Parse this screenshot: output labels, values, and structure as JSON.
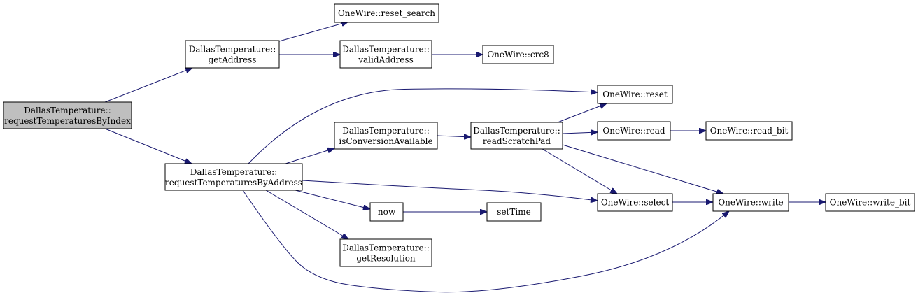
{
  "colors": {
    "edge": "#191970",
    "node_fill": "#ffffff",
    "root_fill": "#bfbfbf",
    "node_border": "#000000"
  },
  "nodes": {
    "requestTemperaturesByIndex": {
      "line1": "DallasTemperature::",
      "line2": "requestTemperaturesByIndex",
      "root": true
    },
    "getAddress": {
      "line1": "DallasTemperature::",
      "line2": "getAddress"
    },
    "requestTemperaturesByAddress": {
      "line1": "DallasTemperature::",
      "line2": "requestTemperaturesByAddress"
    },
    "reset_search": {
      "line1": "OneWire::reset_search"
    },
    "validAddress": {
      "line1": "DallasTemperature::",
      "line2": "validAddress"
    },
    "crc8": {
      "line1": "OneWire::crc8"
    },
    "isConversionAvailable": {
      "line1": "DallasTemperature::",
      "line2": "isConversionAvailable"
    },
    "now": {
      "line1": "now"
    },
    "getResolution": {
      "line1": "DallasTemperature::",
      "line2": "getResolution"
    },
    "readScratchPad": {
      "line1": "DallasTemperature::",
      "line2": "readScratchPad"
    },
    "setTime": {
      "line1": "setTime"
    },
    "reset": {
      "line1": "OneWire::reset"
    },
    "read": {
      "line1": "OneWire::read"
    },
    "select": {
      "line1": "OneWire::select"
    },
    "write": {
      "line1": "OneWire::write"
    },
    "read_bit": {
      "line1": "OneWire::read_bit"
    },
    "write_bit": {
      "line1": "OneWire::write_bit"
    }
  },
  "edges": [
    {
      "from": "requestTemperaturesByIndex",
      "to": "getAddress"
    },
    {
      "from": "requestTemperaturesByIndex",
      "to": "requestTemperaturesByAddress"
    },
    {
      "from": "getAddress",
      "to": "reset_search"
    },
    {
      "from": "getAddress",
      "to": "validAddress"
    },
    {
      "from": "validAddress",
      "to": "crc8"
    },
    {
      "from": "requestTemperaturesByAddress",
      "to": "reset"
    },
    {
      "from": "requestTemperaturesByAddress",
      "to": "isConversionAvailable"
    },
    {
      "from": "requestTemperaturesByAddress",
      "to": "select"
    },
    {
      "from": "requestTemperaturesByAddress",
      "to": "now"
    },
    {
      "from": "requestTemperaturesByAddress",
      "to": "getResolution"
    },
    {
      "from": "requestTemperaturesByAddress",
      "to": "write"
    },
    {
      "from": "isConversionAvailable",
      "to": "readScratchPad"
    },
    {
      "from": "readScratchPad",
      "to": "reset"
    },
    {
      "from": "readScratchPad",
      "to": "read"
    },
    {
      "from": "readScratchPad",
      "to": "select"
    },
    {
      "from": "readScratchPad",
      "to": "write"
    },
    {
      "from": "read",
      "to": "read_bit"
    },
    {
      "from": "select",
      "to": "write"
    },
    {
      "from": "write",
      "to": "write_bit"
    },
    {
      "from": "now",
      "to": "setTime"
    }
  ]
}
